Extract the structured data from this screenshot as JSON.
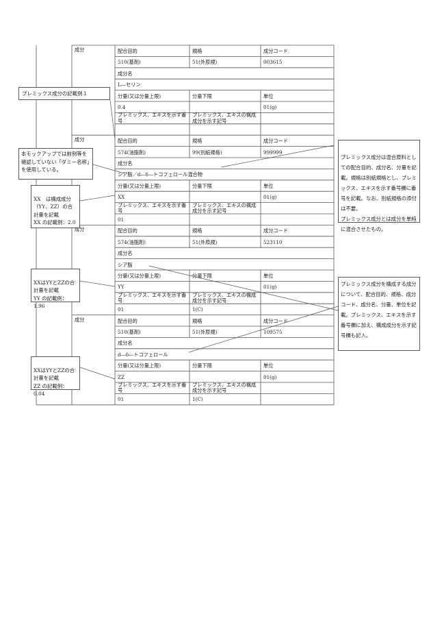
{
  "groups": [
    {
      "label": "成分",
      "rows": [
        [
          "配合目的",
          "規格",
          "成分コード"
        ],
        [
          "510(基剤)",
          "51(外原規)",
          "003615"
        ],
        [
          "成分名"
        ],
        [
          "L―セリン"
        ],
        [
          "分量(又は分量上限)",
          "分量下限",
          "単位"
        ],
        [
          "0.4",
          "",
          "01(g)"
        ],
        [
          "プレミックス、エキスを示す番号",
          "プレミックス、エキスの構成成分を示す記号",
          ""
        ],
        [
          "",
          "",
          ""
        ]
      ]
    },
    {
      "label": "成分",
      "rows": [
        [
          "配合目的",
          "規格",
          "成分コード"
        ],
        [
          "574(油脂剤)",
          "99(別紙規格)",
          "999999"
        ],
        [
          "成分名"
        ],
        [
          "シア脂／d―δ―トコフェロール混合物"
        ],
        [
          "分量(又は分量上限)",
          "分量下限",
          "単位"
        ],
        [
          "XX",
          "",
          "01(g)"
        ],
        [
          "プレミックス、エキスを示す番号",
          "プレミックス、エキスの構成成分を示す記号",
          ""
        ],
        [
          "01",
          "",
          ""
        ]
      ]
    },
    {
      "label": "成分",
      "rows": [
        [
          "配合目的",
          "規格",
          "成分コード"
        ],
        [
          "574(油脂剤)",
          "51(外原規)",
          "523110"
        ],
        [
          "成分名"
        ],
        [
          "シア脂"
        ],
        [
          "分量(又は分量上限)",
          "分量下限",
          "単位"
        ],
        [
          "YY",
          "",
          "01(g)"
        ],
        [
          "プレミックス、エキスを示す番号",
          "プレミックス、エキスの構成成分を示す記号",
          ""
        ],
        [
          "01",
          "1(C)",
          ""
        ]
      ]
    },
    {
      "label": "成分",
      "rows": [
        [
          "配合目的",
          "規格",
          "成分コード"
        ],
        [
          "510(基剤)",
          "51(外原規)",
          "109575"
        ],
        [
          "成分名"
        ],
        [
          "d―δ―トコフェロール"
        ],
        [
          "分量(又は分量上限)",
          "分量下限",
          "単位"
        ],
        [
          "ZZ",
          "",
          "01(g)"
        ],
        [
          "プレミックス、エキスを示す番号",
          "プレミックス、エキスの構成成分を示す記号",
          ""
        ],
        [
          "01",
          "1(C)",
          ""
        ]
      ]
    }
  ],
  "notes": {
    "premix_example": "プレミックス成分の記載例１",
    "dummy_name": "本モックアップでは前例等を確認していない「ダミー名称」を使用している。",
    "xx": "XX　は構成成分（YY、ZZ）の合計量を記載\nXX の記載例：2.0",
    "yy": "XXはYYとZZの合計量を記載\nYY の記載例：1.96",
    "zz": "XXはYYとZZの合計量を記載\nZZ の記載例：0.04",
    "right_top": "プレミックス成分は混合原料としての配合目的、成分名、分量を記載。規格は別紙規格とし、プレミックス、エキスを示す番号欄に番号を記載。なお、別紙規格の添付は不要。\nプレミックス成分とは成分を単純に混合させたもの。",
    "right_mid": "プレミックス成分を構成する成分について、配合目的、規格、成分コード、成分名、分量、単位を記載。プレミックス、エキスを示す番号欄に加え、構成成分を示す記号欄も記入。"
  }
}
